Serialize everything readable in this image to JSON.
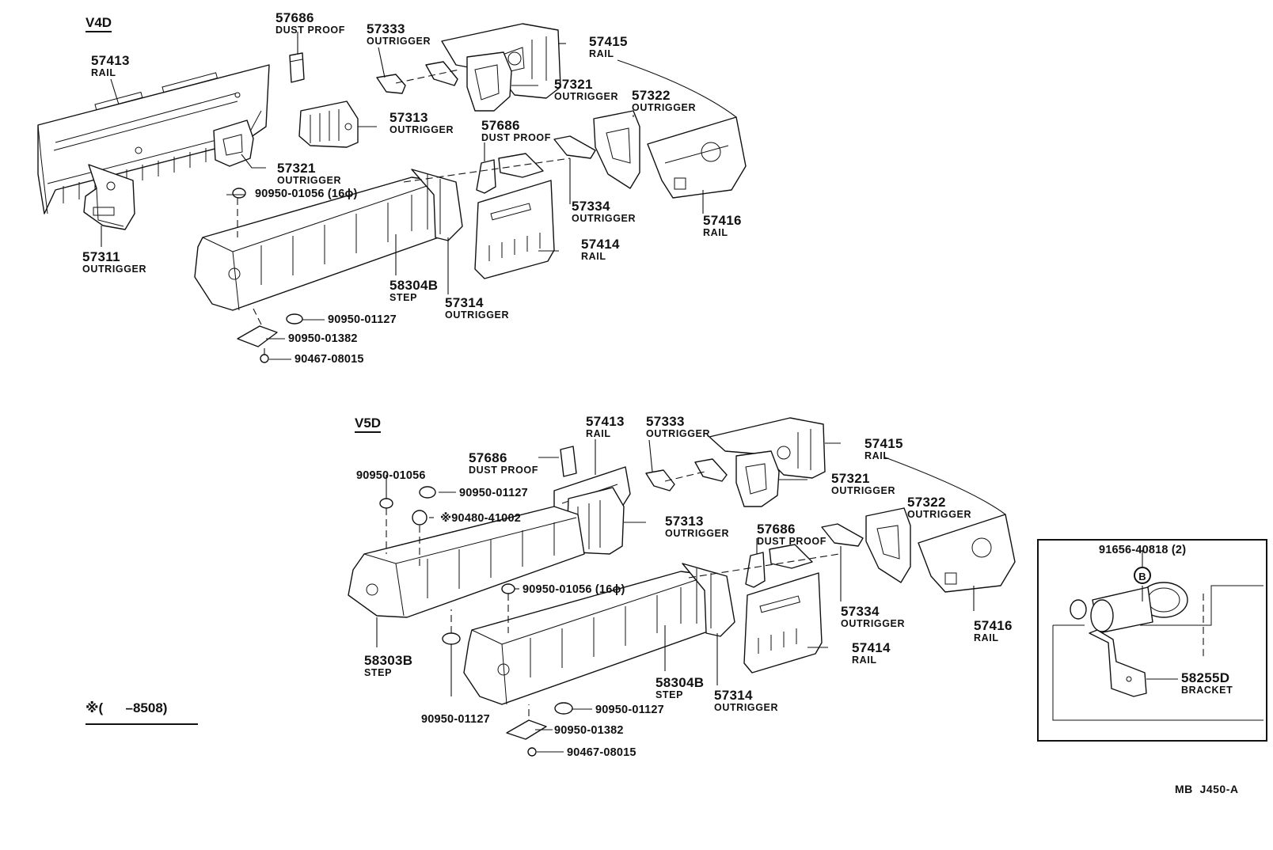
{
  "sections": {
    "v4d": "V4D",
    "v5d": "V5D"
  },
  "footnote": "※(      –8508)",
  "inset": {
    "part_top": "91656-40818 (2)",
    "circle_marker": "B",
    "bracket_number": "58255D",
    "bracket_name": "BRACKET"
  },
  "ref_code": "MB  J450-A",
  "v4d": {
    "dust_proof_a": {
      "number": "57686",
      "name": "DUST PROOF"
    },
    "outrigger_57333": {
      "number": "57333",
      "name": "OUTRIGGER"
    },
    "rail_57415": {
      "number": "57415",
      "name": "RAIL"
    },
    "rail_57413": {
      "number": "57413",
      "name": "RAIL"
    },
    "outrigger_57313": {
      "number": "57313",
      "name": "OUTRIGGER"
    },
    "outrigger_57321_right": {
      "number": "57321",
      "name": "OUTRIGGER"
    },
    "outrigger_57322": {
      "number": "57322",
      "name": "OUTRIGGER"
    },
    "dust_proof_b": {
      "number": "57686",
      "name": "DUST PROOF"
    },
    "outrigger_57321_left": {
      "number": "57321",
      "name": "OUTRIGGER"
    },
    "plug_16": "90950-01056 (16ϕ)",
    "outrigger_57334": {
      "number": "57334",
      "name": "OUTRIGGER"
    },
    "rail_57416": {
      "number": "57416",
      "name": "RAIL"
    },
    "rail_57414": {
      "number": "57414",
      "name": "RAIL"
    },
    "outrigger_57311": {
      "number": "57311",
      "name": "OUTRIGGER"
    },
    "step_58304b": {
      "number": "58304B",
      "name": "STEP"
    },
    "outrigger_57314": {
      "number": "57314",
      "name": "OUTRIGGER"
    },
    "plug_01127": "90950-01127",
    "plug_01382": "90950-01382",
    "screw_08015": "90467-08015"
  },
  "v5d": {
    "rail_57413": {
      "number": "57413",
      "name": "RAIL"
    },
    "outrigger_57333": {
      "number": "57333",
      "name": "OUTRIGGER"
    },
    "rail_57415": {
      "number": "57415",
      "name": "RAIL"
    },
    "dust_proof_a": {
      "number": "57686",
      "name": "DUST PROOF"
    },
    "plug_01056": "90950-01056",
    "plug_01127_top": "90950-01127",
    "outrigger_57321": {
      "number": "57321",
      "name": "OUTRIGGER"
    },
    "outrigger_57322": {
      "number": "57322",
      "name": "OUTRIGGER"
    },
    "clip_41002": "※90480-41002",
    "outrigger_57313": {
      "number": "57313",
      "name": "OUTRIGGER"
    },
    "dust_proof_b": {
      "number": "57686",
      "name": "DUST PROOF"
    },
    "plug_16": "90950-01056 (16ϕ)",
    "outrigger_57334": {
      "number": "57334",
      "name": "OUTRIGGER"
    },
    "rail_57416": {
      "number": "57416",
      "name": "RAIL"
    },
    "rail_57414": {
      "number": "57414",
      "name": "RAIL"
    },
    "step_58303b": {
      "number": "58303B",
      "name": "STEP"
    },
    "step_58304b": {
      "number": "58304B",
      "name": "STEP"
    },
    "outrigger_57314": {
      "number": "57314",
      "name": "OUTRIGGER"
    },
    "plug_01127_left": "90950-01127",
    "plug_01127_right": "90950-01127",
    "plug_01382": "90950-01382",
    "screw_08015": "90467-08015"
  }
}
